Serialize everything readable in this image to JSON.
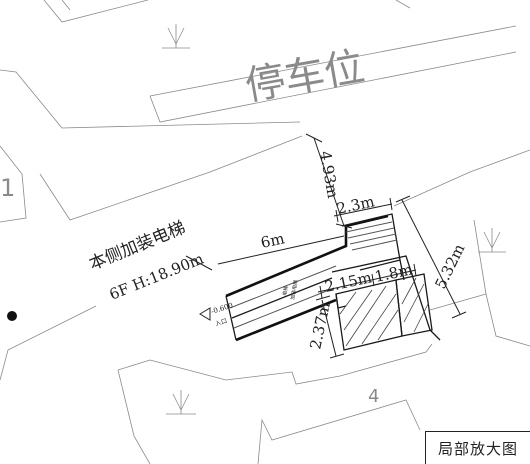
{
  "parking_label": "停车位",
  "elevator_note": "本侧加装电梯",
  "floor_height_note": "6F H:18.90m",
  "dimensions": {
    "d_4_93": "4.93m",
    "d_2_3": "2.3m",
    "d_6": "6m",
    "d_5_32": "5.32m",
    "d_2_15": "2.15m",
    "d_1_8": "1.8m",
    "d_2_37": "2.37m"
  },
  "elevation_mark": "-0.600",
  "entrance_note": "入口",
  "inner_note_1": "电梯",
  "inner_note_2": "加装电梯",
  "building_number": "4",
  "partial_number": "1",
  "legend_label": "局部放大图",
  "colors": {
    "line": "#1a1a1a",
    "light_line": "#8a8a8a",
    "background": "#ffffff"
  }
}
